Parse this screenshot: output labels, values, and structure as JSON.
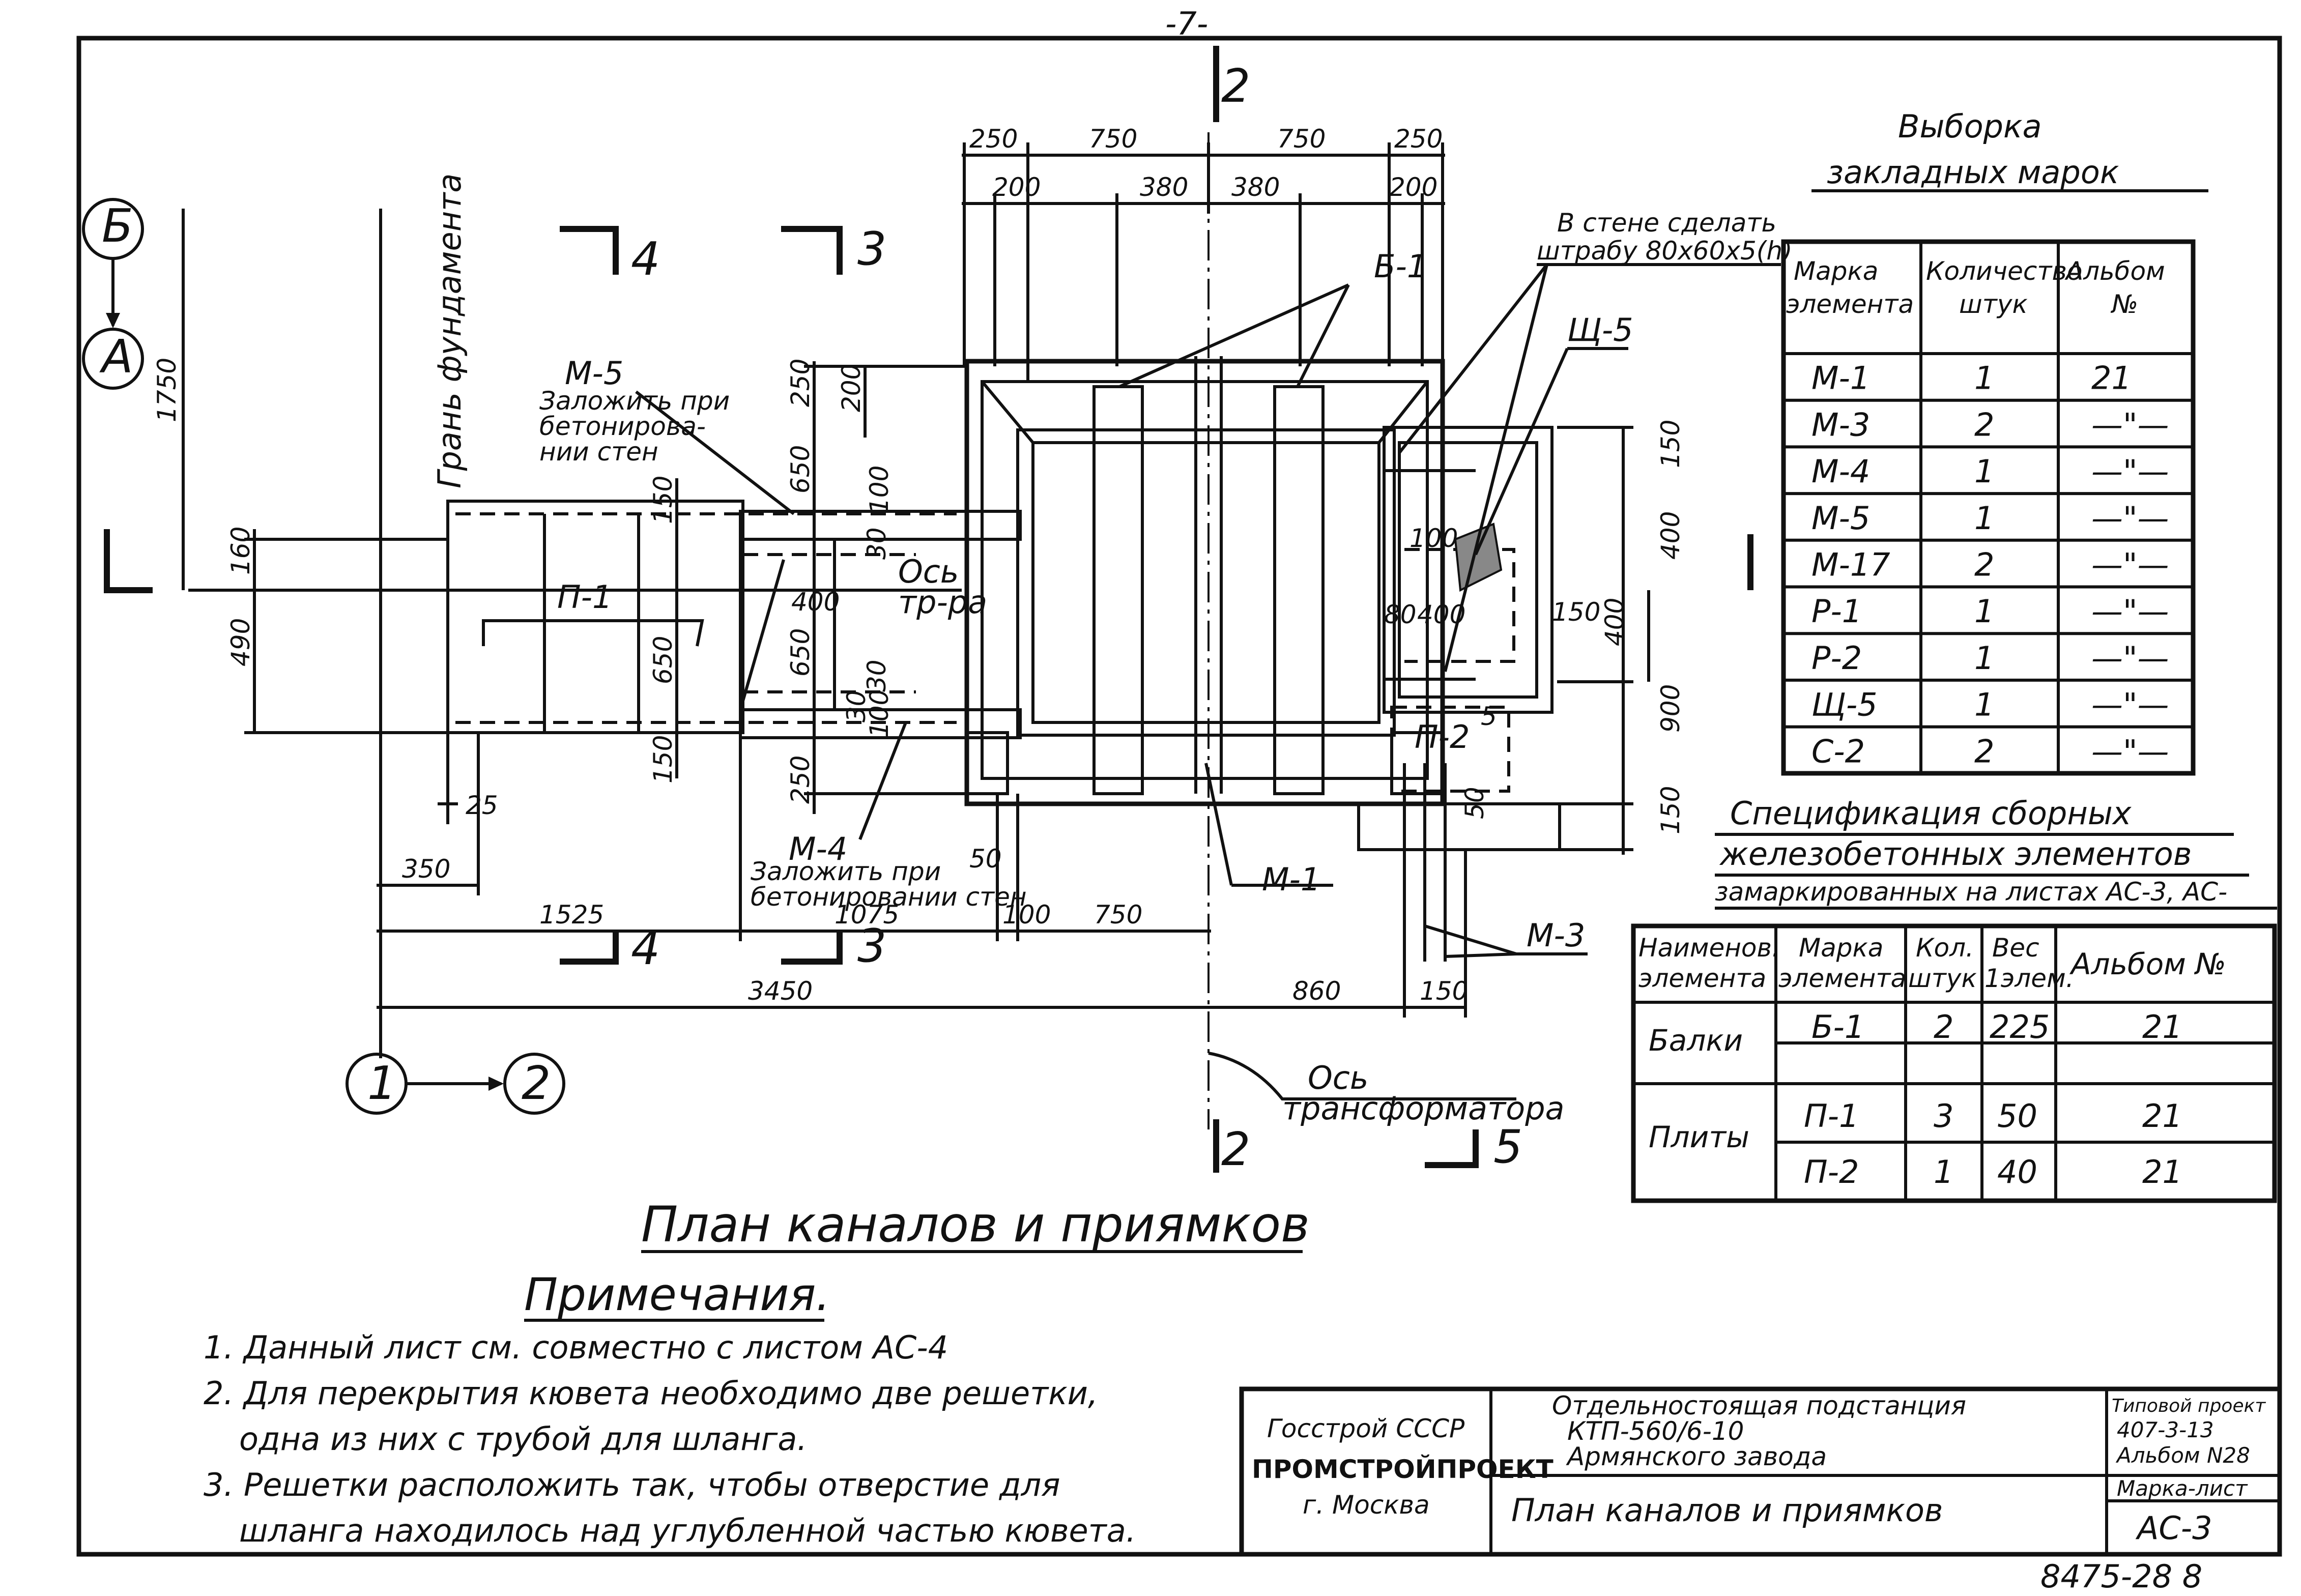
{
  "page_number": "-7-",
  "sheet_number": "8475-28 8",
  "axes": {
    "b": "Б",
    "a": "А",
    "one": "1",
    "two": "2"
  },
  "sections": {
    "s2": "2",
    "s3": "3",
    "s4": "4",
    "s5": "5"
  },
  "plan_labels": {
    "face_foundation": "Грань фундамента",
    "m5": "М-5",
    "m5_note": [
      "Заложить при",
      "бетонирова-",
      "нии стен"
    ],
    "p1": "П-1",
    "axis_tr": [
      "Ось",
      "тр-ра"
    ],
    "m4": "М-4",
    "m4_note": [
      "Заложить при",
      "бетонировании стен"
    ],
    "m1": "М-1",
    "b1": "Б-1",
    "sch5": "Щ-5",
    "wall_note": [
      "В стене сделать",
      "штрабу 80х60х5(h)"
    ],
    "p2": "П-2",
    "m3": "М-3",
    "axis_transformer": [
      "Ось",
      "трансформатора"
    ]
  },
  "dimensions": {
    "top": [
      "250",
      "750",
      "750",
      "250"
    ],
    "top2": [
      "200",
      "380",
      "380",
      "200"
    ],
    "left_v": [
      "1750",
      "160",
      "490"
    ],
    "inner": [
      "250",
      "200",
      "650",
      "150",
      "100",
      "30",
      "400",
      "650",
      "650",
      "150",
      "30",
      "100",
      "250",
      "30",
      "25"
    ],
    "right": [
      "150",
      "400",
      "400",
      "900",
      "150",
      "100",
      "80",
      "400",
      "150",
      "5",
      "50"
    ],
    "bottom1": [
      "350",
      "50"
    ],
    "bottom2": [
      "1525",
      "1075",
      "100",
      "750"
    ],
    "bottom3": [
      "3450",
      "860",
      "150"
    ]
  },
  "title_plan": "План каналов и приямков",
  "notes": {
    "heading": "Примечания.",
    "items": [
      "1. Данный лист см. совместно с листом АС-4",
      "2. Для перекрытия кювета необходимо две решетки,",
      "одна из них с трубой для шланга.",
      "3. Решетки расположить так, чтобы отверстие для",
      "шланга находилось над углубленной частью кювета."
    ]
  },
  "selection": {
    "title": [
      "Выборка",
      "закладных марок"
    ],
    "headers": [
      "Марка элемента",
      "Количество штук",
      "Альбом №"
    ],
    "rows": [
      [
        "М-1",
        "1",
        "21"
      ],
      [
        "М-3",
        "2",
        "—\"—"
      ],
      [
        "М-4",
        "1",
        "—\"—"
      ],
      [
        "М-5",
        "1",
        "—\"—"
      ],
      [
        "М-17",
        "2",
        "—\"—"
      ],
      [
        "Р-1",
        "1",
        "—\"—"
      ],
      [
        "Р-2",
        "1",
        "—\"—"
      ],
      [
        "Щ-5",
        "1",
        "—\"—"
      ],
      [
        "С-2",
        "2",
        "—\"—"
      ]
    ]
  },
  "spec": {
    "title": [
      "Спецификация сборных",
      "железобетонных элементов",
      "замаркированных на листах АС-3, АС-"
    ],
    "headers": [
      "Наименов. элемента",
      "Марка элемента",
      "Кол. штук",
      "Вес 1элем.",
      "Альбом №"
    ],
    "groups": [
      {
        "name": "Балки",
        "rows": [
          [
            "Б-1",
            "2",
            "225",
            "21"
          ]
        ]
      },
      {
        "name": "Плиты",
        "rows": [
          [
            "П-1",
            "3",
            "50",
            "21"
          ],
          [
            "П-2",
            "1",
            "40",
            "21"
          ]
        ]
      }
    ]
  },
  "title_block": {
    "org": [
      "Госстрой СССР",
      "ПРОМСТРОЙПРОЕКТ",
      "г. Москва"
    ],
    "project": [
      "Отдельностоящая подстанция",
      "КТП-560/6-10",
      "Армянского завода"
    ],
    "sheet_title": "План каналов и приямков",
    "type_project": [
      "Типовой проект",
      "407-3-13",
      "Альбом N28"
    ],
    "mark_label": "Марка-лист",
    "mark": "АС-3"
  }
}
